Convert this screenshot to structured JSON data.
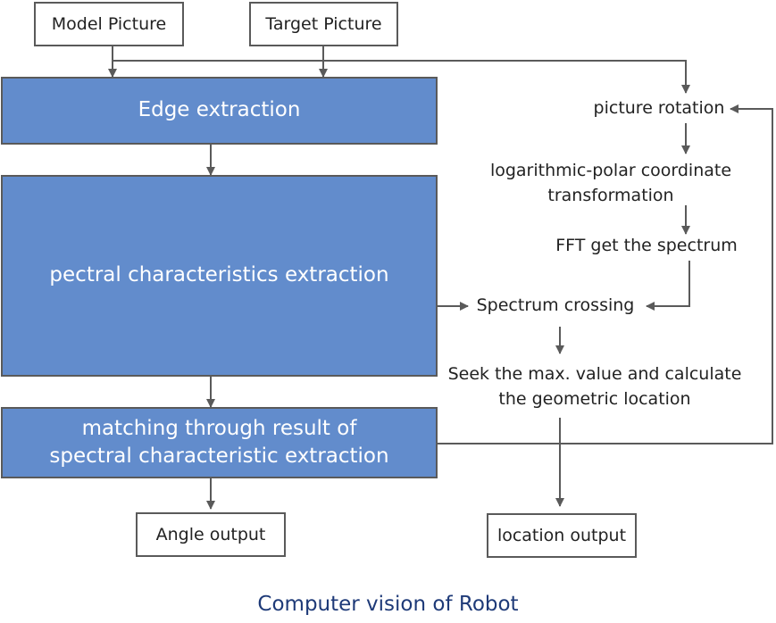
{
  "nodes": {
    "model_picture": "Model Picture",
    "target_picture": "Target Picture",
    "edge_extraction": "Edge extraction",
    "spectral_extraction": "pectral characteristics extraction",
    "matching_line1": "matching through result of",
    "matching_line2": "spectral characteristic extraction",
    "angle_output": "Angle output",
    "location_output": "location output",
    "picture_rotation": "picture rotation",
    "log_polar_line1": "logarithmic-polar coordinate",
    "log_polar_line2": "transformation",
    "fft": "FFT get the spectrum",
    "spectrum_crossing": "Spectrum crossing",
    "seek_line1": "Seek the max. value and calculate",
    "seek_line2": "the geometric location"
  },
  "caption": "Computer vision of Robot",
  "colors": {
    "process_fill": "#628ccc",
    "line": "#5a5a5a",
    "caption": "#1e3a78"
  }
}
